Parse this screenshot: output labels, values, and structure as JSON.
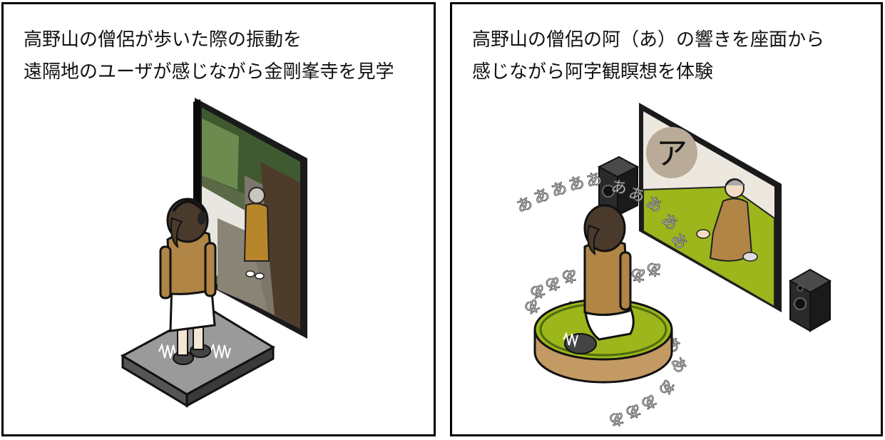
{
  "panels": [
    {
      "caption_lines": [
        "高野山の僧侶が歩いた際の振動を",
        "遠隔地のユーザが感じながら金剛峯寺を見学"
      ]
    },
    {
      "caption_lines": [
        "高野山の僧侶の阿（あ）の響きを座面から",
        "感じながら阿字観瞑想を体験"
      ],
      "sound_glyph": "あ"
    }
  ],
  "colors": {
    "kimono_ochre": "#b8862a",
    "cushion_green": "#9cb61c",
    "base_wood": "#c39a63",
    "robe_brown": "#b08546",
    "screen_frame": "#1a1a1a"
  }
}
